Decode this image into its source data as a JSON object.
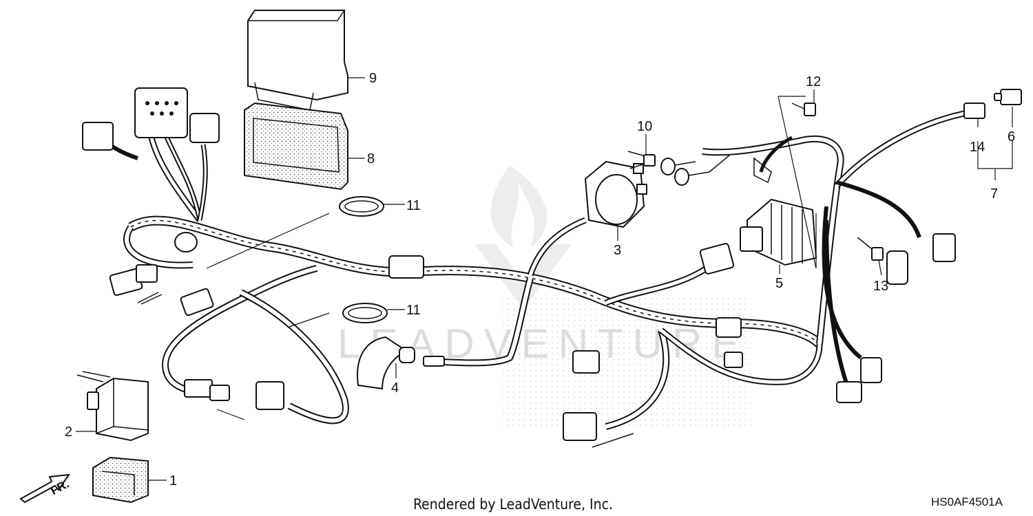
{
  "callouts": [
    {
      "id": "1",
      "label": "1"
    },
    {
      "id": "2",
      "label": "2"
    },
    {
      "id": "3",
      "label": "3"
    },
    {
      "id": "4",
      "label": "4"
    },
    {
      "id": "5",
      "label": "5"
    },
    {
      "id": "6",
      "label": "6"
    },
    {
      "id": "7",
      "label": "7"
    },
    {
      "id": "8",
      "label": "8"
    },
    {
      "id": "9",
      "label": "9"
    },
    {
      "id": "10",
      "label": "10"
    },
    {
      "id": "11a",
      "label": "11"
    },
    {
      "id": "11b",
      "label": "11"
    },
    {
      "id": "12",
      "label": "12"
    },
    {
      "id": "13",
      "label": "13"
    },
    {
      "id": "14",
      "label": "14"
    }
  ],
  "footer": {
    "credit": "Rendered by LeadVenture, Inc.",
    "diagram_code": "HS0AF4501A"
  },
  "direction_marker": "FR.",
  "colors": {
    "line": "#111111",
    "watermark": "#dcdcdc",
    "background": "#ffffff"
  }
}
